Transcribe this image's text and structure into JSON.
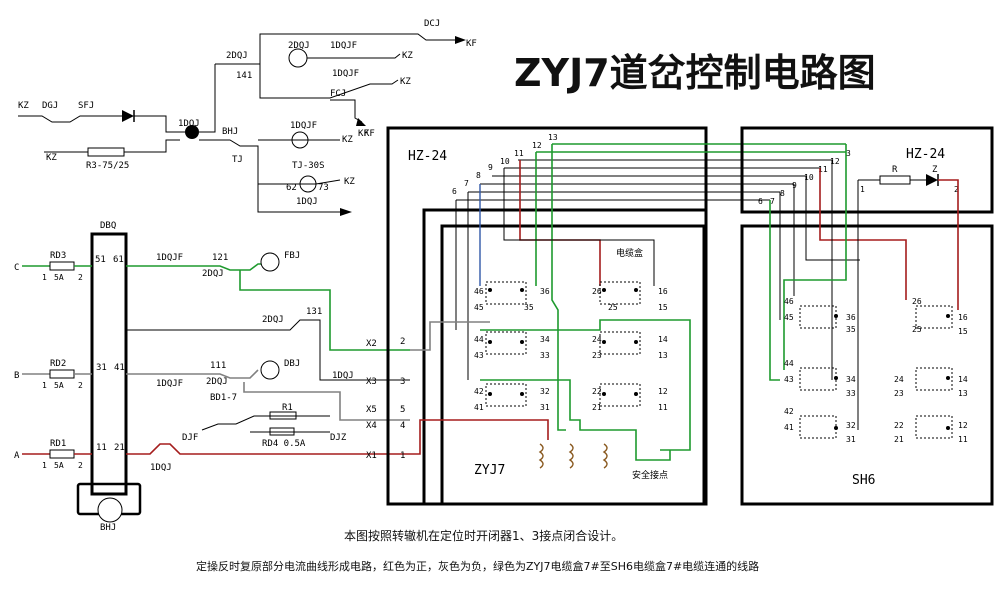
{
  "title": "ZYJ7道岔控制电路图",
  "caption_line1": "本图按照转辙机在定位时开闭器1、3接点闭合设计。",
  "caption_line2": "定操反时复原部分电流曲线形成电路，红色为正，灰色为负，绿色为ZYJ7电缆盒7#至SH6电缆盒7#电缆连通的线路",
  "boxes": {
    "hz24_left": "HZ-24",
    "hz24_right": "HZ-24",
    "cable_box": "电缆盒",
    "zyj7": "ZYJ7",
    "sh6": "SH6",
    "safety": "安全接点",
    "dbq": "DBQ",
    "bhj": "BHJ"
  },
  "phases": {
    "a": "A",
    "b": "B",
    "c": "C"
  },
  "resistors": {
    "rd1": "RD1",
    "rd2": "RD2",
    "rd3": "RD3",
    "rd_rating": "5A",
    "r3": "R3-75/25",
    "r1": "R1",
    "rd4": "RD4 0.5A",
    "r": "R",
    "z": "Z"
  },
  "relays": {
    "dcj": "DCJ",
    "kf": "KF",
    "kz": "KZ",
    "dgj": "DGJ",
    "sfj": "SFJ",
    "dq2": "2DQJ",
    "dq1": "1DQJ",
    "dq1f": "1DQJF",
    "fcj": "FCJ",
    "bhj": "BHJ",
    "tj": "TJ",
    "tj30": "TJ-30S",
    "fbj": "FBJ",
    "dbj": "DBJ",
    "djf": "DJF",
    "djz": "DJZ",
    "bd": "BD1-7"
  },
  "labels": {
    "n141": "141",
    "n121": "121",
    "n131": "131",
    "n111": "111",
    "n62": "62",
    "n73": "73",
    "x1": "X1",
    "x2": "X2",
    "x3": "X3",
    "x4": "X4",
    "x5": "X5",
    "n51": "51",
    "n61": "61",
    "n31": "31",
    "n41": "41",
    "n11": "11",
    "n21": "21"
  },
  "contacts_left": [
    "46",
    "36",
    "26",
    "16",
    "45",
    "35",
    "25",
    "15",
    "44",
    "34",
    "24",
    "14",
    "43",
    "33",
    "23",
    "13",
    "42",
    "32",
    "22",
    "12",
    "41",
    "31",
    "21",
    "11"
  ],
  "contacts_right": [
    "46",
    "36",
    "26",
    "16",
    "45",
    "35",
    "25",
    "15",
    "44",
    "34",
    "24",
    "14",
    "43",
    "33",
    "23",
    "13",
    "42",
    "32",
    "22",
    "12",
    "41",
    "31",
    "21",
    "11"
  ],
  "terminals_left": [
    "1",
    "2",
    "3",
    "4",
    "5",
    "6",
    "7",
    "8",
    "9",
    "10",
    "11",
    "12",
    "13"
  ],
  "terminals_right": [
    "1",
    "2",
    "3",
    "6",
    "7",
    "8",
    "9",
    "10",
    "11",
    "12"
  ],
  "x_terms": [
    "2",
    "3",
    "5",
    "4",
    "1"
  ]
}
